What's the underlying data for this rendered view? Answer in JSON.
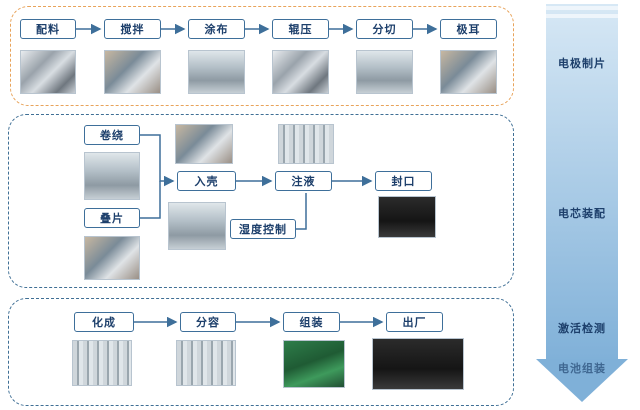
{
  "panel1": {
    "steps": [
      "配料",
      "搅拌",
      "涂布",
      "辊压",
      "分切",
      "极耳"
    ]
  },
  "panel2": {
    "steps": {
      "winding": "卷绕",
      "stacking": "叠片",
      "casing": "入壳",
      "injection": "注液",
      "humidity": "湿度控制",
      "sealing": "封口"
    }
  },
  "panel3": {
    "steps": [
      "化成",
      "分容",
      "组装",
      "出厂"
    ]
  },
  "sidebar": {
    "labels": [
      "电极制片",
      "电芯装配",
      "激活检测",
      "电池组装"
    ]
  },
  "colors": {
    "box_border": "#3e6f9a",
    "box_text": "#1d3f6b",
    "panel1_border": "#e8a35a",
    "panel_border": "#3f6f95",
    "sidebar_fill": "#a9cbe6"
  }
}
